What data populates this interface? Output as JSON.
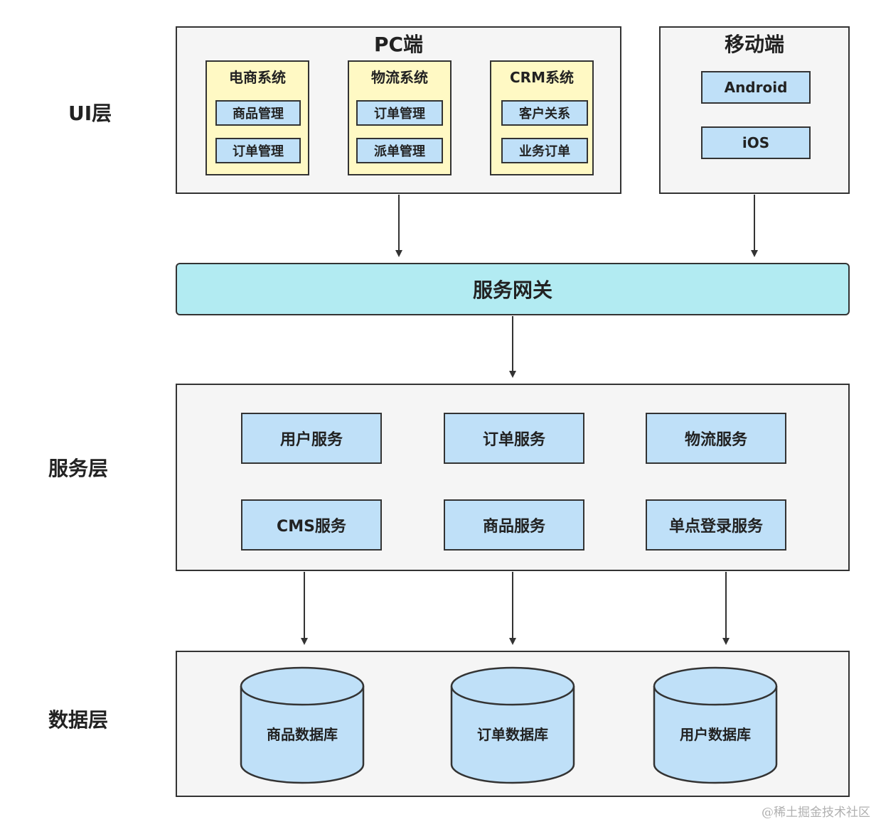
{
  "layers": {
    "ui": "UI层",
    "service": "服务层",
    "data": "数据层"
  },
  "pc": {
    "title": "PC端",
    "systems": [
      {
        "title": "电商系统",
        "modules": [
          "商品管理",
          "订单管理"
        ]
      },
      {
        "title": "物流系统",
        "modules": [
          "订单管理",
          "派单管理"
        ]
      },
      {
        "title": "CRM系统",
        "modules": [
          "客户关系",
          "业务订单"
        ]
      }
    ]
  },
  "mobile": {
    "title": "移动端",
    "platforms": [
      "Android",
      "iOS"
    ]
  },
  "gateway": {
    "label": "服务网关"
  },
  "services": [
    "用户服务",
    "订单服务",
    "物流服务",
    "CMS服务",
    "商品服务",
    "单点登录服务"
  ],
  "databases": [
    "商品数据库",
    "订单数据库",
    "用户数据库"
  ],
  "watermark": "@稀土掘金技术社区",
  "colors": {
    "panel": "#f5f5f5",
    "subsystem": "#fff9c4",
    "module": "#bfe0f8",
    "gateway": "#b2ebf2",
    "database": "#bfe0f8",
    "border": "#333333"
  }
}
